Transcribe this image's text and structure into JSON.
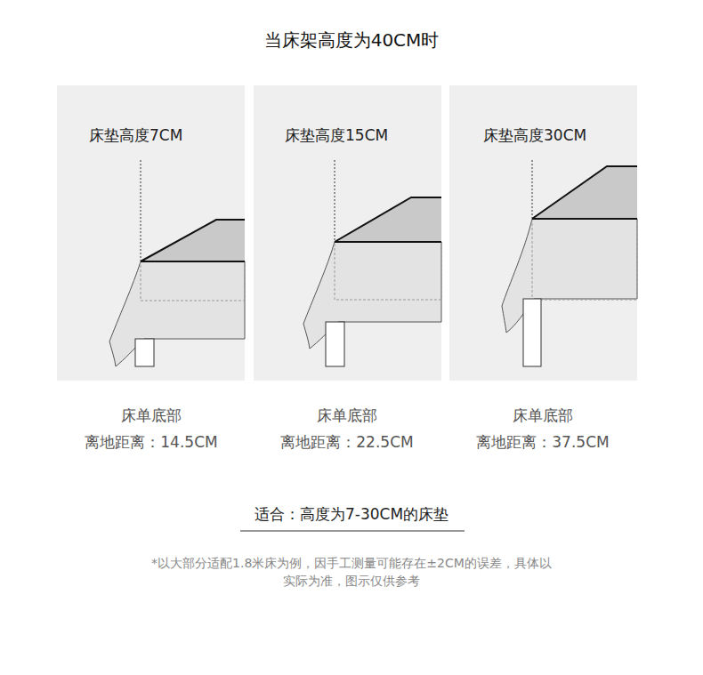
{
  "diagram": {
    "title": "当床架高度为40CM时",
    "caption": "*以大部分适配1.8米床为例，因手工测量可能存在±2CM的误差，具体以实际为准，图示仅供参考",
    "labels": [
      "床垫高度7CM",
      "床垫高度15CM",
      "床垫高度30CM",
      "床单底部",
      "离地距离：14.5CM",
      "床单底部",
      "离地距离：22.5CM",
      "床单底部",
      "离地距离：37.5CM",
      "适合：高度为7-30CM的床垫"
    ]
  }
}
